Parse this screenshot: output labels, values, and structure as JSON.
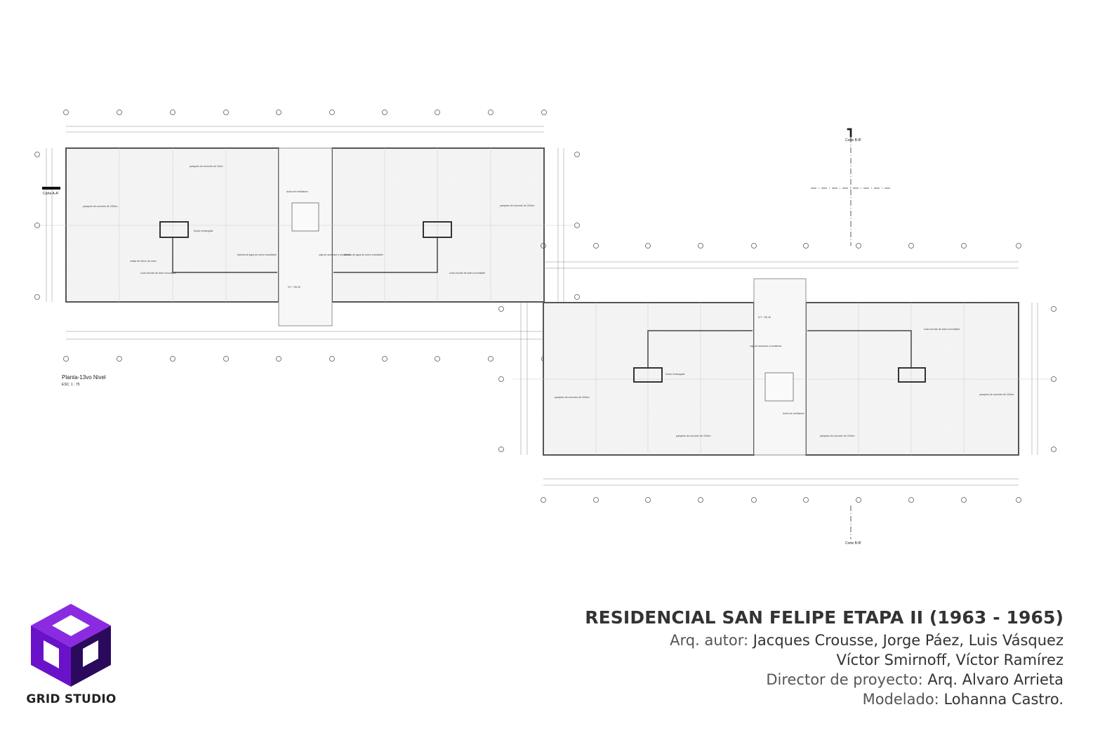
{
  "drawing": {
    "plan_title": "Planta-13vo Nivel",
    "plan_scale": "ESC: 1 : 75",
    "section_a": "Corte A-A'",
    "section_b_top": "Corte B-B'",
    "section_b_bottom": "Corte B-B'",
    "notes": {
      "parapeto_20": "parapeto de concreto de 20cm",
      "parapeto_200": "parapeto de concreto de 200cm",
      "ducto_ventilacion": "ducto de ventilacion",
      "ducto_rectangular": "Ducto rectangular",
      "tuberia_agua": "tuberia de agua de acero inoxidable",
      "tuberia_acero": "tuberia de agua de acero inoxidable",
      "caja_ascensor": "caja de ascensor y escaleras",
      "varilla_hierro": "varilla de hierro de 4mm",
      "codo_circular": "codo circular de acero inoxidable",
      "nivel": "N.T. +36.40"
    }
  },
  "logo": {
    "name": "GRID STUDIO",
    "color_light": "#8a2be2",
    "color_mid": "#6a12c9",
    "color_dark": "#2b0a5e"
  },
  "info": {
    "title": "RESIDENCIAL SAN FELIPE ETAPA II (1963 - 1965)",
    "authors_label": "Arq. autor: ",
    "authors_line1": "Jacques Crousse, Jorge Páez, Luis Vásquez",
    "authors_line2": "Víctor Smirnoff, Víctor Ramírez",
    "director_label": "Director de proyecto: ",
    "director": "Arq. Alvaro Arrieta",
    "modeling_label": "Modelado: ",
    "modeling": "Lohanna Castro."
  }
}
